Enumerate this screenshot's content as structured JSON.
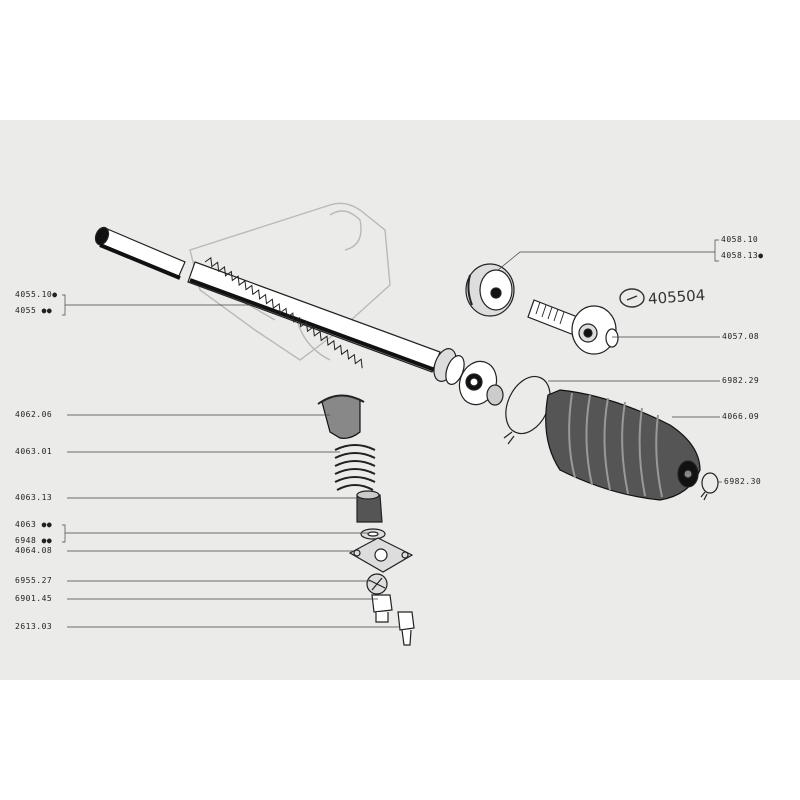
{
  "labels_left": [
    {
      "text": "4055.10",
      "mark": "●"
    },
    {
      "text": "4055",
      "mark": "●●"
    },
    {
      "text": "4062.06",
      "mark": ""
    },
    {
      "text": "4063.01",
      "mark": ""
    },
    {
      "text": "4063.13",
      "mark": ""
    },
    {
      "text": "4063",
      "mark": "●●"
    },
    {
      "text": "6948",
      "mark": "●●"
    },
    {
      "text": "4064.08",
      "mark": ""
    },
    {
      "text": "6955.27",
      "mark": ""
    },
    {
      "text": "6901.45",
      "mark": ""
    },
    {
      "text": "2613.03",
      "mark": ""
    }
  ],
  "labels_right": [
    {
      "text": "4058.10",
      "mark": ""
    },
    {
      "text": "4058.13",
      "mark": "●"
    },
    {
      "text": "4057.08",
      "mark": ""
    },
    {
      "text": "6982.29",
      "mark": ""
    },
    {
      "text": "4066.09",
      "mark": ""
    },
    {
      "text": "6982.30",
      "mark": ""
    }
  ],
  "handwritten_note": "405504",
  "colors": {
    "paper": "#ebebe9",
    "ink": "#222222",
    "background": "#ffffff"
  }
}
